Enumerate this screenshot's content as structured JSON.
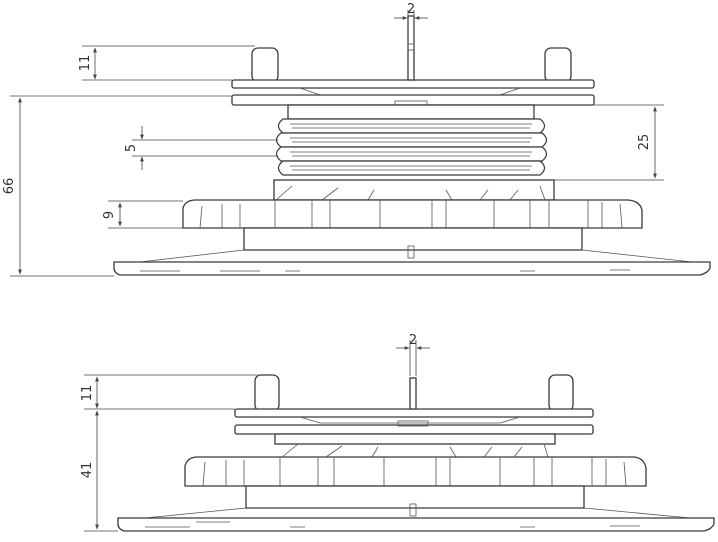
{
  "colors": {
    "line": "#3a3a3a",
    "background": "#ffffff"
  },
  "top_view": {
    "tab_width": "2",
    "tab_height": "11",
    "total_height": "66",
    "thread_pitch": "5",
    "thread_height": "25",
    "base_rim_height": "9"
  },
  "bottom_view": {
    "tab_width": "2",
    "tab_height": "11",
    "total_height": "41"
  }
}
